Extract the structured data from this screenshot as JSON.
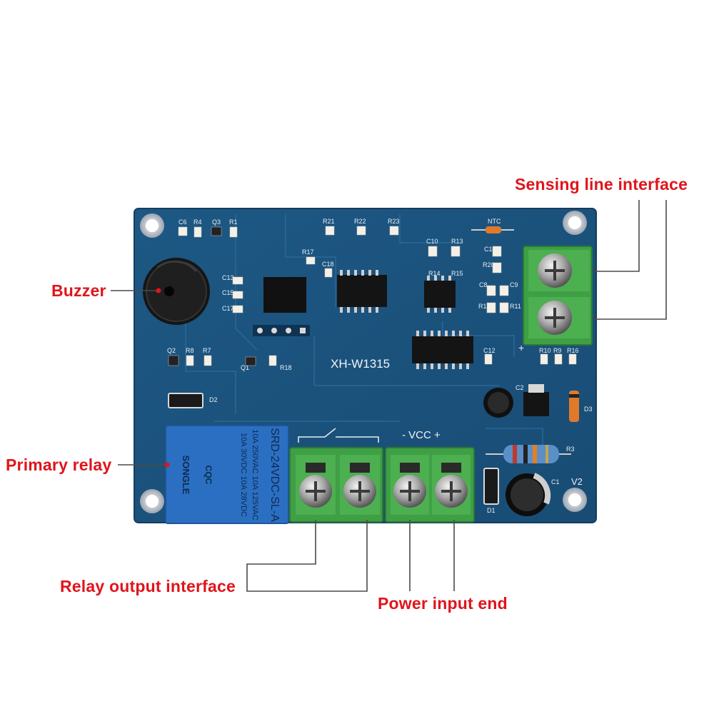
{
  "board": {
    "model": "XH-W1315",
    "silkscreen": {
      "c6": "C6",
      "r4": "R4",
      "q3": "Q3",
      "r1": "R1",
      "r21": "R21",
      "r22": "R22",
      "r23": "R23",
      "ntc": "NTC",
      "r17": "R17",
      "c18": "C18",
      "c10": "C10",
      "r13": "R13",
      "r14": "R14",
      "r15": "R15",
      "c14": "C14",
      "r20": "R20",
      "c8": "C8",
      "c9": "C9",
      "r12": "R12",
      "r11": "R11",
      "c13": "C13",
      "c15": "C15",
      "c17": "C17",
      "q2": "Q2",
      "r8": "R8",
      "r7": "R7",
      "q1": "Q1",
      "r18": "R18",
      "c12": "C12",
      "r10": "R10",
      "r9": "R9",
      "r16": "R16",
      "d2": "D2",
      "c2": "C2",
      "d3": "D3",
      "r3": "R3",
      "c1": "C1",
      "d1": "D1",
      "v2": "V2",
      "vcc": "- VCC +",
      "plus": "+"
    },
    "relay": {
      "brand": "SONGLE",
      "model": "SRD-24VDC-SL-A",
      "rating1": "10A 250VAC  10A 125VAC",
      "rating2": "10A 30VDC  10A 28VDC",
      "cert": "CQC"
    }
  },
  "labels": {
    "sensing": "Sensing line interface",
    "buzzer": "Buzzer",
    "primary_relay": "Primary relay",
    "relay_output": "Relay output interface",
    "power_input": "Power input end"
  },
  "colors": {
    "pcb": "#1e5a86",
    "label": "#e0141b",
    "terminal": "#3f9f45"
  }
}
